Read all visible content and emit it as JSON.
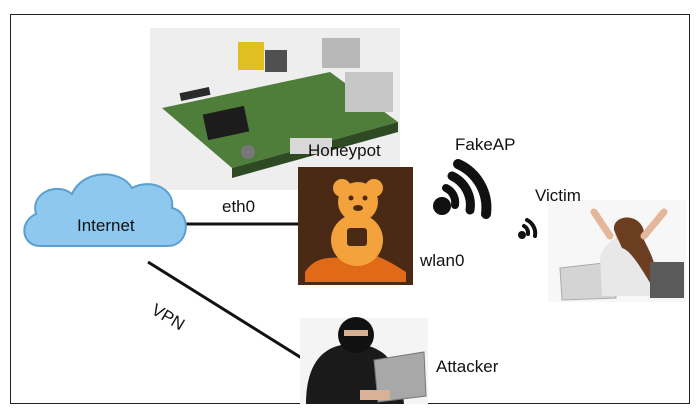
{
  "labels": {
    "internet": "Internet",
    "eth0": "eth0",
    "honeypot": "Honeypot",
    "fakeap": "FakeAP",
    "victim": "Victim",
    "wlan0": "wlan0",
    "vpn": "VPN",
    "attacker": "Attacker"
  },
  "icons": {
    "cloud": "cloud-icon",
    "board": "raspberry-pi-board-image",
    "bear": "honeypot-bear-logo",
    "wifi": "wifi-signal-icon",
    "victim": "victim-person-image",
    "attacker": "attacker-hacker-image"
  },
  "colors": {
    "cloud": "#8ec8ef",
    "cloud_stroke": "#5a9fd0",
    "bear_bg": "#4a2a14",
    "bear": "#f3a23c",
    "link": "#111111"
  }
}
